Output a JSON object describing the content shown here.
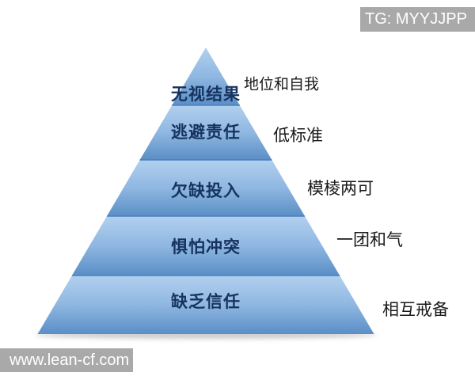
{
  "watermarks": {
    "telegram": "TG: MYYJJPP",
    "website": "www.lean-cf.com"
  },
  "pyramid": {
    "type": "pyramid-diagram",
    "levels": [
      {
        "label": "无视结果",
        "annotation": "地位和自我"
      },
      {
        "label": "逃避责任",
        "annotation": "低标准"
      },
      {
        "label": "欠缺投入",
        "annotation": "模棱两可"
      },
      {
        "label": "惧怕冲突",
        "annotation": "一团和气"
      },
      {
        "label": "缺乏信任",
        "annotation": "相互戒备"
      }
    ]
  },
  "colors": {
    "tier_gradient_top": "#b2d0ef",
    "tier_gradient_mid": "#8fb7e1",
    "tier_gradient_bottom": "#5a8ec6",
    "tier_divider": "#4a80bc",
    "level_label_text": "#16335f",
    "annotation_text": "#1a1a1a",
    "watermark_background": "#a9a9a9",
    "watermark_text": "#ffffff",
    "background": "#ffffff"
  }
}
